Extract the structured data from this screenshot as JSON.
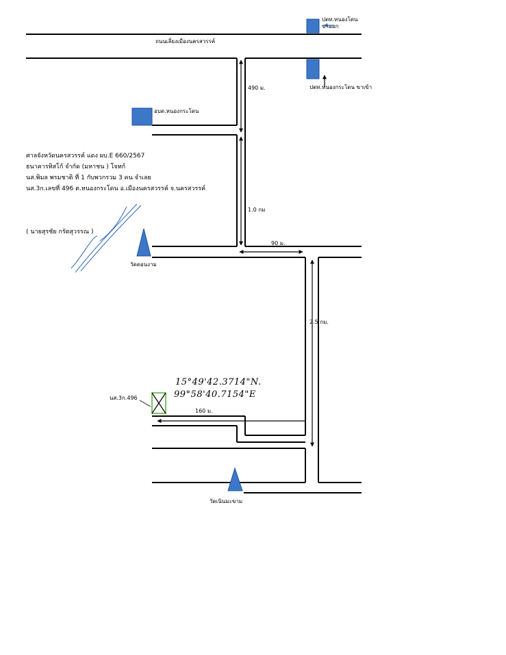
{
  "roads": {
    "main_road": "ถนนเลี่ยงเมืองนครสวรรค์"
  },
  "landmarks": {
    "police_exit": "ปตท.หนองโดนขาออก",
    "police_entry": "ปตท.หนองกระโดน ขาเข้า",
    "sao": "อบต.หนองกระโดน",
    "temple_1": "วัดดอนงาม",
    "temple_2": "วัดเนินมะขาม",
    "target_plot": "นส.3ก.496"
  },
  "distances": {
    "d1": "490 ม.",
    "d2": "1.0 กม",
    "d3": "90 ม.",
    "d4": "2.5 กม.",
    "d5": "160 ม."
  },
  "case_info": {
    "line1": "ศาลจังหวัดนครสวรรค์ แดง ผบ.E 660/2567",
    "line2": "ธนาคารทิสโก้ จำกัด (มหาชน )    โจทก์",
    "line3": "นส.พิมล พรมชาติ ที่ 1 กับพวกรวม 3 คน จำเลย",
    "line4": "นส.3ก.เลขที่ 496 ต.หนองกระโดน อ.เมืองนครสวรรค์ จ.นครสวรรค์",
    "signer": "( นายสุรชัย กรัตสุวรรณ )"
  },
  "coordinates": {
    "lat": "15°49'42.3714\"N.",
    "lon": "99°58'40.7154\"E"
  },
  "colors": {
    "marker_fill": "#3d78c8",
    "marker_border": "#1d4fa0",
    "signature_ink": "#2f63b8",
    "plot_border": "#4caf30",
    "arrow_blue": "#3a7bd5"
  }
}
